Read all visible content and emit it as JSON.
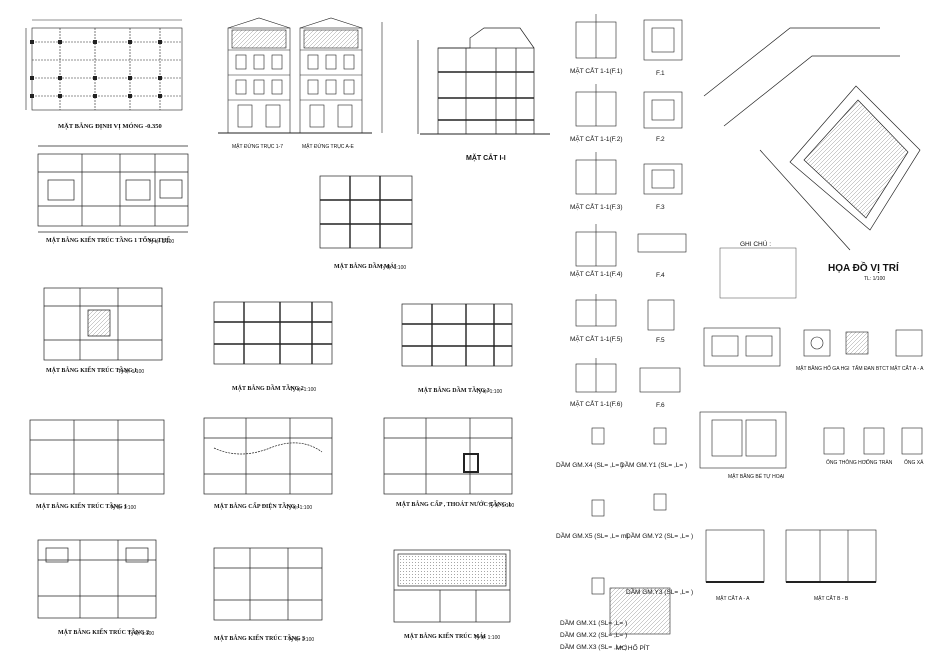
{
  "plans": {
    "foundation": "MẶT BẰNG ĐỊNH VỊ MÓNG -0.350",
    "floor1": "MẶT BẰNG KIẾN TRÚC TẦNG 1 TỔNG THỂ",
    "floor1_scale": "Tỷ lệ: 1/100",
    "floor_a": "MẶT BẰNG KIẾN TRÚC TẦNG 1",
    "floor_a_scale": "Tỷ lệ: 1/100",
    "floor_b": "MẶT BẰNG KIẾN TRÚC TẦNG 1",
    "floor_b_scale": "Tỷ lệ: 1:100",
    "floor2": "MẶT BẰNG KIẾN TRÚC TẦNG 2",
    "floor2_scale": "Tỷ lệ: 1:100",
    "floor3": "MẶT BẰNG KIẾN TRÚC TẦNG 3",
    "floor3_scale": "Tỷ lệ: 1:100",
    "roof_arch": "MẶT BẰNG KIẾN TRÚC MÁI",
    "roof_arch_scale": "Tỷ lệ: 1:100",
    "beam2": "MẶT BẰNG DẦM TẦNG 2",
    "beam2_scale": "Tỷ lệ: 1:100",
    "beam3": "MẶT BẰNG DẦM TẦNG 3",
    "beam3_scale": "Tỷ lệ: 1:100",
    "roof_beam": "MẶT BẰNG DẦM MÁI",
    "roof_beam_scale": "Tỷ lệ: 1:100",
    "electric": "MẶT BẰNG CẤP ĐIỆN TẦNG 1",
    "electric_scale": "Tỷ lệ: 1:100",
    "water": "MẶT BẰNG CẤP , THOÁT NƯỚC TẦNG 1",
    "water_scale": "Tỷ lệ: 1:100"
  },
  "elevations": {
    "section": "MẶT CẮT I-I",
    "left_caption": "MẶT ĐỨNG TRỤC 1-7",
    "right_caption": "MẶT ĐỨNG TRỤC A-E"
  },
  "sections": {
    "f1": "MẶT CẮT 1-1(F.1)",
    "f2": "MẶT CẮT 1-1(F.2)",
    "f3": "MẶT CẮT 1-1(F.3)",
    "f4": "MẶT CẮT 1-1(F.4)",
    "f5": "MẶT CẮT 1-1(F.5)",
    "f6": "MẶT CẮT 1-1(F.6)",
    "plan_f1": "F.1",
    "plan_f2": "F.2",
    "plan_f3": "F.3",
    "plan_f4": "F.4",
    "plan_f5": "F.5",
    "plan_f6": "F.6"
  },
  "beams": {
    "x4": "DẦM GM.X4 (SL=     ,L=      )",
    "y1": "DẦM GM.Y1 (SL=     ,L=      )",
    "x5": "DẦM GM.X5 (SL=     ,L=      m)",
    "y2": "DẦM GM.Y2 (SL=     ,L=      )",
    "y3": "DẦM GM.Y3 (SL=     ,L=      )",
    "x1": "DẦM GM.X1 (SL=     ,L=      )",
    "x2": "DẦM GM.X2 (SL=     ,L=      )",
    "x3": "DẦM GM.X3 (SL=     ,L=      )",
    "pit": "MC HỐ PÍT"
  },
  "site": {
    "title": "HỌA ĐỒ VỊ TRÍ",
    "scale": "TL: 1/100",
    "notes_title": "GHI CHÚ :"
  },
  "details": {
    "manhole": "MẶT BẰNG HỐ GA HGI",
    "slab": "TẤM ĐAN BTCT",
    "section_aa": "MẶT CẮT A - A",
    "tank_plan": "MẶT BẰNG BỂ TỰ HOẠI",
    "section_bb": "MẶT CẮT B - B",
    "section_aa2": "MẶT CẮT A - A",
    "vent1": "ỐNG THÔNG HƠI",
    "vent2": "ỐNG TRÀN",
    "vent3": "ỐNG XẢ"
  },
  "colors": {
    "ink": "#1a1a1a",
    "grid": "#555555",
    "hatch": "#9a9a9a"
  }
}
